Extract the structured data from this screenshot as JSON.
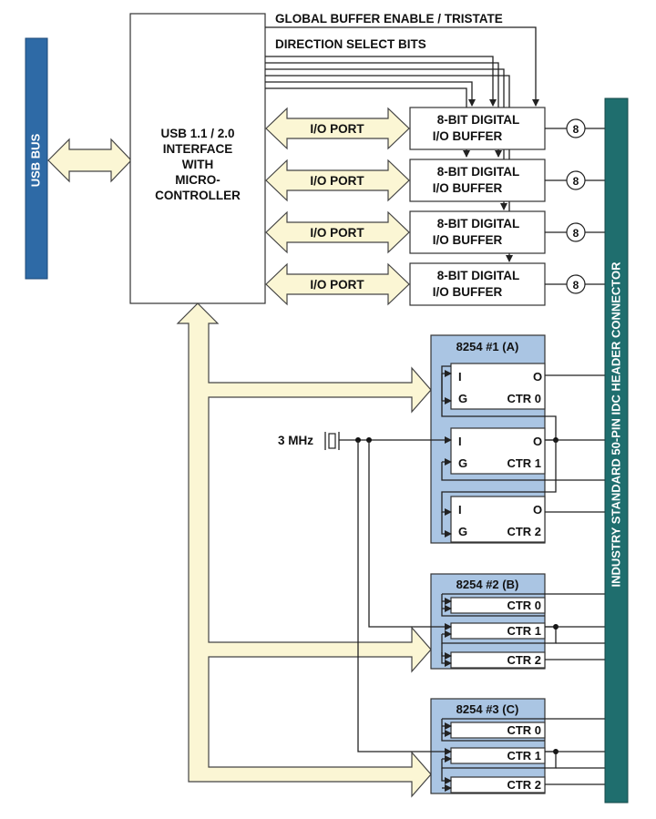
{
  "usb_bus_label": "USB BUS",
  "mcu_lines": [
    "USB 1.1 / 2.0",
    "INTERFACE",
    "WITH",
    "MICRO-",
    "CONTROLLER"
  ],
  "global_buffer_label": "GLOBAL BUFFER ENABLE / TRISTATE",
  "direction_label": "DIRECTION SELECT BITS",
  "io_port_label": "I/O PORT",
  "io_buffer_line1": "8-BIT DIGITAL",
  "io_buffer_line2": "I/O BUFFER",
  "io_width": "8",
  "connector_label": "INDUSTRY STANDARD 50-PIN IDC HEADER CONNECTOR",
  "clock_label": "3 MHz",
  "chip_a": {
    "title": "8254 #1 (A)",
    "in_label": "I",
    "out_label": "O",
    "gate_label": "G",
    "ctr0": "CTR 0",
    "ctr1": "CTR 1",
    "ctr2": "CTR 2"
  },
  "chip_b": {
    "title": "8254 #2 (B)",
    "ctr0": "CTR 0",
    "ctr1": "CTR 1",
    "ctr2": "CTR 2"
  },
  "chip_c": {
    "title": "8254 #3 (C)",
    "ctr0": "CTR 0",
    "ctr1": "CTR 1",
    "ctr2": "CTR 2"
  },
  "colors": {
    "usb_bus": "#2e6aa6",
    "connector": "#1f6e6e",
    "chip_fill": "#aac5e3",
    "arrow_fill": "#fbf6d4"
  }
}
